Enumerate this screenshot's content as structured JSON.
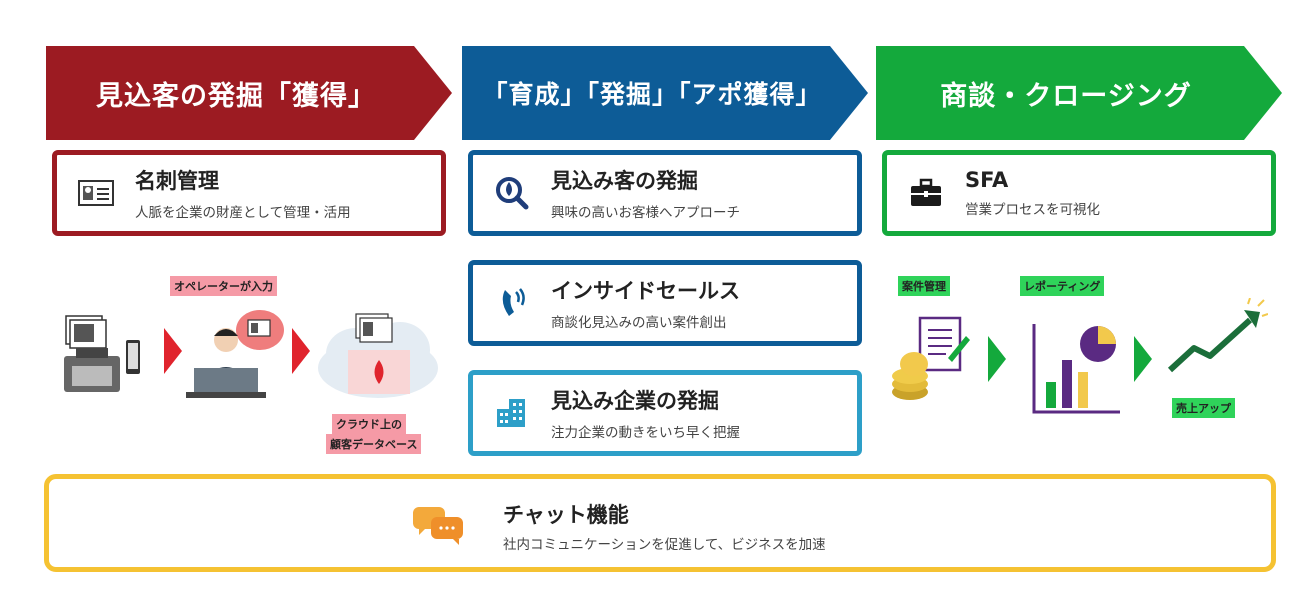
{
  "columns": [
    {
      "banner": "見込客の発掘「獲得」",
      "color": "#9c1b22",
      "cards": [
        {
          "title": "名刺管理",
          "subtitle": "人脈を企業の財産として管理・活用",
          "icon": "business-card-icon"
        }
      ]
    },
    {
      "banner": "「育成」「発掘」「アポ獲得」",
      "color": "#0d5c97",
      "cards": [
        {
          "title": "見込み客の発掘",
          "subtitle": "興味の高いお客様へアプローチ",
          "icon": "search-fire-icon"
        },
        {
          "title": "インサイドセールス",
          "subtitle": "商談化見込みの高い案件創出",
          "icon": "phone-icon"
        },
        {
          "title": "見込み企業の発掘",
          "subtitle": "注力企業の動きをいち早く把握",
          "icon": "building-icon"
        }
      ]
    },
    {
      "banner": "商談・クロージング",
      "color": "#14a93c",
      "cards": [
        {
          "title": "SFA",
          "subtitle": "営業プロセスを可視化",
          "icon": "briefcase-icon"
        }
      ]
    }
  ],
  "flow1": {
    "operator_label": "オペレーターが入力",
    "cloud_label_1": "クラウド上の",
    "cloud_label_2": "顧客データベース"
  },
  "flow3": {
    "case_label": "案件管理",
    "report_label": "レポーティング",
    "sales_label": "売上アップ"
  },
  "chat": {
    "title": "チャット機能",
    "subtitle": "社内コミュニケーションを促進して、ビジネスを加速",
    "icon": "chat-bubbles-icon",
    "color": "#f5c232"
  }
}
